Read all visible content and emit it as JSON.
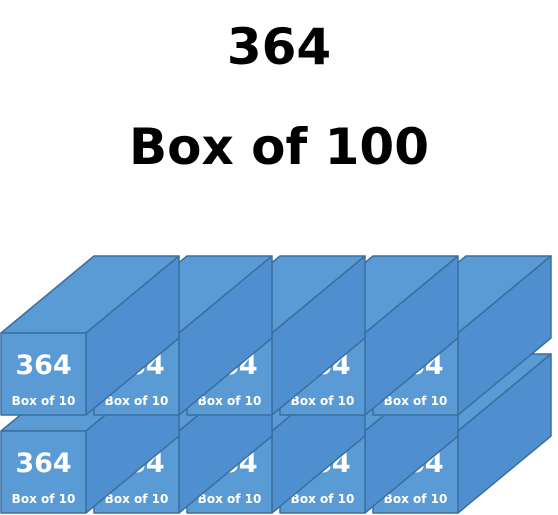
{
  "header": {
    "count": "364",
    "label": "Box of 100"
  },
  "boxes": {
    "count": "364",
    "label": "Box of 10",
    "rows": 2,
    "columns": 5
  },
  "colors": {
    "box_front": "#5b9bd5",
    "box_top": "#5b9bd5",
    "box_side": "#4f8fcf",
    "box_edge": "#3a6fa0",
    "text_on_box": "#ffffff",
    "heading_text": "#000000"
  }
}
